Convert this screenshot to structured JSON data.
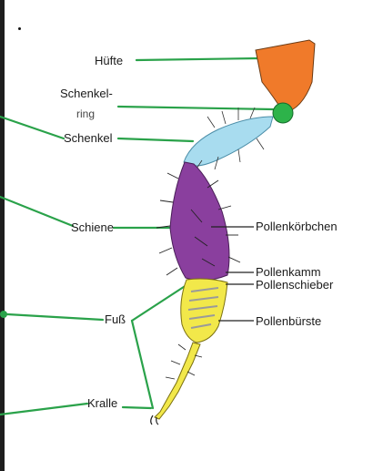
{
  "labels": {
    "huefte": "Hüfte",
    "schenkelring_line1": "Schenkel-",
    "schenkelring_line2": "ring",
    "schenkel": "Schenkel",
    "schiene": "Schiene",
    "fuss": "Fuß",
    "kralle": "Kralle",
    "pollenkoerbchen": "Pollenkörbchen",
    "pollenkamm": "Pollenkamm",
    "pollenschieber": "Pollenschieber",
    "pollenbuerste": "Pollenbürste"
  },
  "colors": {
    "huefte": "#f07a2a",
    "schenkelring": "#2db34a",
    "schenkel": "#a8dcef",
    "schiene": "#8a3f9e",
    "fuss": "#f2e84a",
    "leader": "#2aa24a",
    "pointer": "#222222"
  }
}
